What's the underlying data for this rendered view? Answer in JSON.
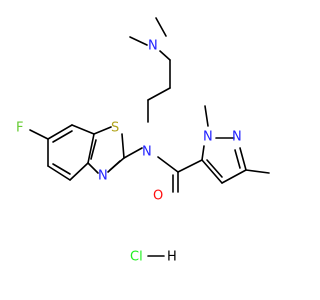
{
  "molecule": {
    "atoms": {
      "n_dimethyl": "N",
      "n_amide": "N",
      "n_thiazole": "N",
      "s_thiazole": "S",
      "f_fluoro": "F",
      "o_carbonyl": "O",
      "n_pyrazole_1": "N",
      "n_pyrazole_2": "N"
    },
    "salt": {
      "cl": "Cl",
      "h": "H"
    }
  },
  "colors": {
    "bond": "#000000",
    "nitrogen": "#2121ff",
    "oxygen": "#ff0d0d",
    "sulfur": "#b2a51e",
    "fluorine": "#66cc33",
    "chlorine": "#1ff01f"
  }
}
